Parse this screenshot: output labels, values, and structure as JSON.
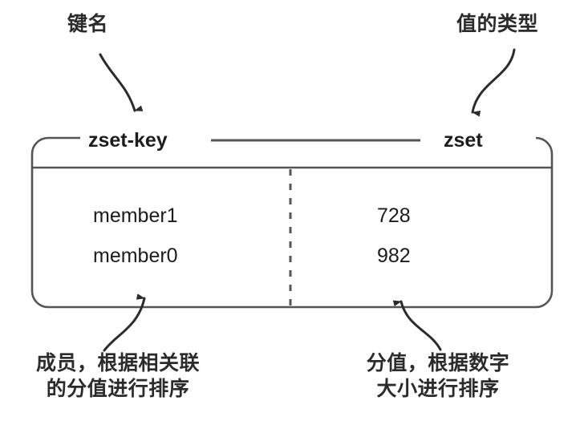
{
  "diagram": {
    "title": "Redis zset key structure",
    "stroke_color": "#555555",
    "text_color": "#1c1c1c",
    "background": "#ffffff"
  },
  "annotations": {
    "key_name": "键名",
    "value_type": "值的类型",
    "member_caption_line1": "成员，根据相关联",
    "member_caption_line2": "的分值进行排序",
    "score_caption_line1": "分值，根据数字",
    "score_caption_line2": "大小进行排序"
  },
  "box": {
    "key_name": "zset-key",
    "value_type": "zset"
  },
  "table": {
    "rows": [
      {
        "member": "member1",
        "score": "728"
      },
      {
        "member": "member0",
        "score": "982"
      }
    ]
  }
}
